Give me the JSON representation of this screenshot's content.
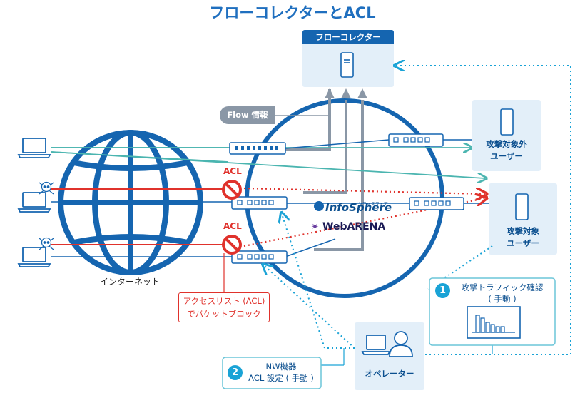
{
  "title": "フローコレクターとACL",
  "flow_collector": {
    "label": "フローコレクター"
  },
  "flow_info": {
    "label": "Flow 情報"
  },
  "target_outside": {
    "label_line1": "攻撃対象外",
    "label_line2": "ユーザー"
  },
  "target": {
    "label_line1": "攻撃対象",
    "label_line2": "ユーザー"
  },
  "acl_upper": {
    "label": "ACL"
  },
  "acl_lower": {
    "label": "ACL"
  },
  "internet": {
    "label": "インターネット"
  },
  "logos": {
    "infosphere": "InfoSphere",
    "infosphere_sub": "インフォスフィア",
    "webarena": "WebARENA"
  },
  "acl_note": {
    "line1": "アクセスリスト (ACL)",
    "line2": "でパケットブロック"
  },
  "step1": {
    "number": "1",
    "line1": "攻撃トラフィック確認",
    "line2": "( 手動 )"
  },
  "step2": {
    "number": "2",
    "line1": "NW機器",
    "line2": "ACL 設定 ( 手動 )"
  },
  "operator": {
    "label": "オペレーター"
  },
  "colors": {
    "primary_blue": "#1565b0",
    "accent_cyan": "#1aa3d6",
    "teal": "#4bb5b0",
    "alert_red": "#e0322c",
    "gray": "#8a97a6",
    "light_box": "#e3eff9"
  }
}
